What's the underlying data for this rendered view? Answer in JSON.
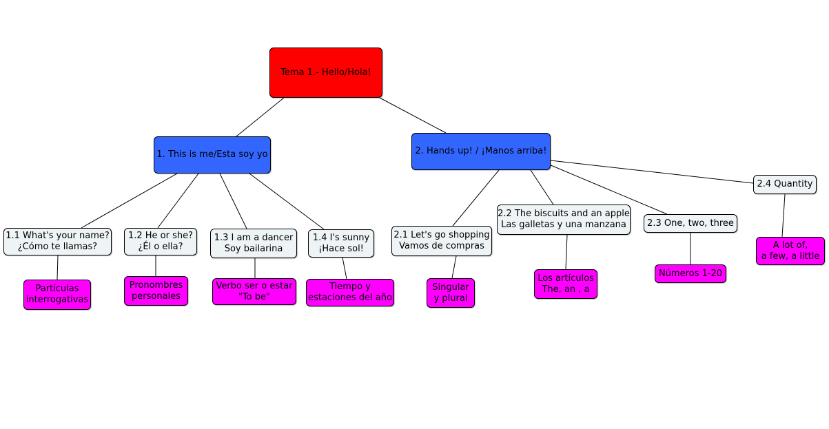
{
  "colors": {
    "root": "#ff0000",
    "main": "#3366ff",
    "sub": "#eef3f5",
    "leaf": "#ff00ff",
    "line": "#000000"
  },
  "root": {
    "label": "Tema 1.- Hello/Hola!"
  },
  "branch1": {
    "label": "1. This is me/Esta soy yo",
    "children": [
      {
        "label": "1.1 What's your name?\n¿Cómo te llamas?",
        "leaf": "Partículas\ninterrogativas"
      },
      {
        "label": "1.2 He or she?\n¿Él o ella?",
        "leaf": "Pronombres\npersonales"
      },
      {
        "label": "1.3 I am a dancer\nSoy bailarina",
        "leaf": "Verbo ser o estar\n\"To be\""
      },
      {
        "label": "1.4 I's sunny\n¡Hace sol!",
        "leaf": "Tiempo y\nestaciones del año"
      }
    ]
  },
  "branch2": {
    "label": "2. Hands up! /  ¡Manos arriba!",
    "children": [
      {
        "label": "2.1 Let's go shopping\nVamos de compras",
        "leaf": "Singular\ny plural"
      },
      {
        "label": "2.2 The biscuits and an apple\nLas galletas y una manzana",
        "leaf": "Los artículos\nThe, an , a"
      },
      {
        "label": "2.3 One, two, three",
        "leaf": "Números 1-20"
      },
      {
        "label": "2.4 Quantity",
        "leaf": "A lot of,\na few, a little"
      }
    ]
  }
}
